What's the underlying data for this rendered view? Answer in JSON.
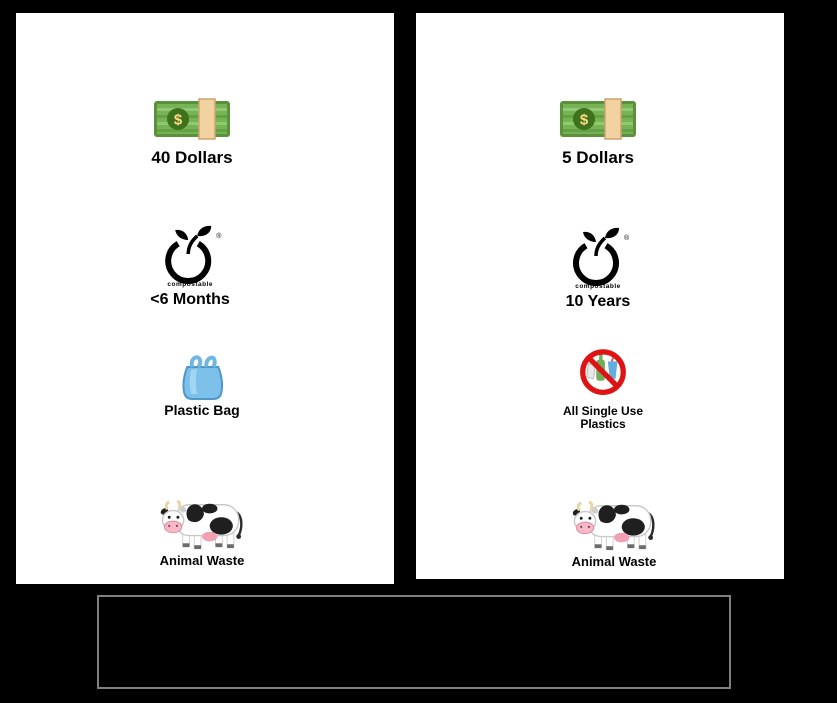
{
  "colors": {
    "background": "#000000",
    "panel_fill": "#ffffff",
    "panel_border": "#000000",
    "footer_border": "#7f7f7f",
    "prohibition_red": "#de1414",
    "money_green": "#77b255",
    "bag_blue": "#7dc1ea"
  },
  "panels": [
    {
      "id": "left",
      "items": [
        {
          "icon": "banknote-icon",
          "label": "40 Dollars"
        },
        {
          "icon": "compostable-icon",
          "label": "<6 Months"
        },
        {
          "icon": "plastic-bag-icon",
          "label": "Plastic Bag"
        },
        {
          "icon": "cow-icon",
          "label": "Animal Waste"
        }
      ]
    },
    {
      "id": "right",
      "items": [
        {
          "icon": "banknote-icon",
          "label": "5 Dollars"
        },
        {
          "icon": "compostable-icon",
          "label": "10 Years"
        },
        {
          "icon": "no-single-use-plastics-icon",
          "label": "All Single Use Plastics"
        },
        {
          "icon": "cow-icon",
          "label": "Animal Waste"
        }
      ]
    }
  ],
  "icons": {
    "banknote": {
      "currency_symbol": "$"
    },
    "compostable": {
      "text": "compostable",
      "reg_mark": "®"
    }
  }
}
